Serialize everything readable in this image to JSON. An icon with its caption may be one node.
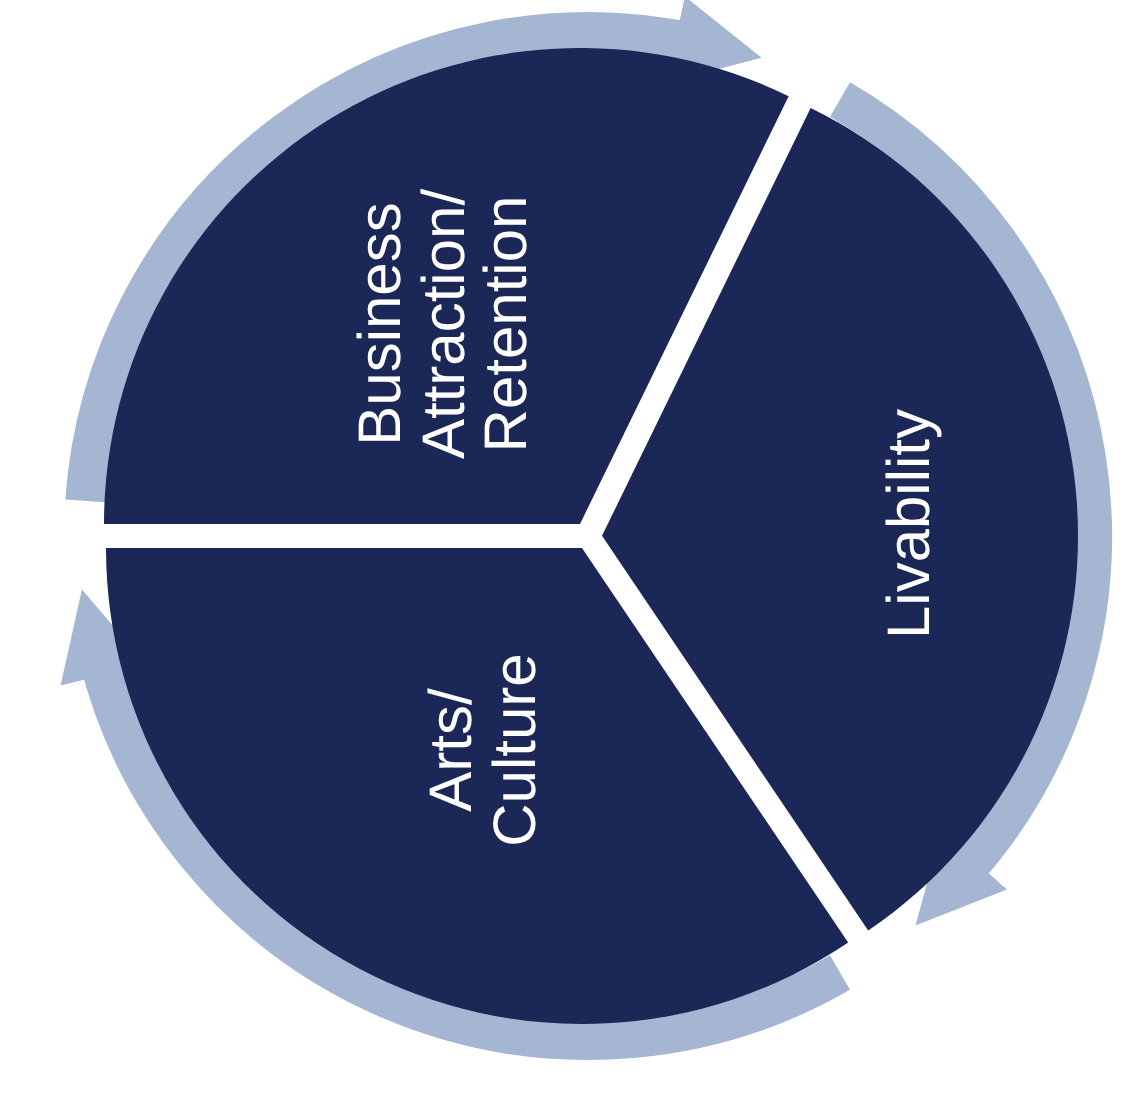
{
  "diagram": {
    "nodes": [
      {
        "text": [
          "Business Attraction/ Retention"
        ]
      },
      {
        "text": [
          "Livability"
        ]
      },
      {
        "text": [
          "Arts/ Culture"
        ]
      }
    ],
    "edges": [
      {
        "from": 2,
        "to": 0,
        "arrow": "to"
      },
      {
        "from": 0,
        "to": 1,
        "arrow": "to"
      },
      {
        "from": 1,
        "to": 2,
        "arrow": "to"
      }
    ]
  }
}
